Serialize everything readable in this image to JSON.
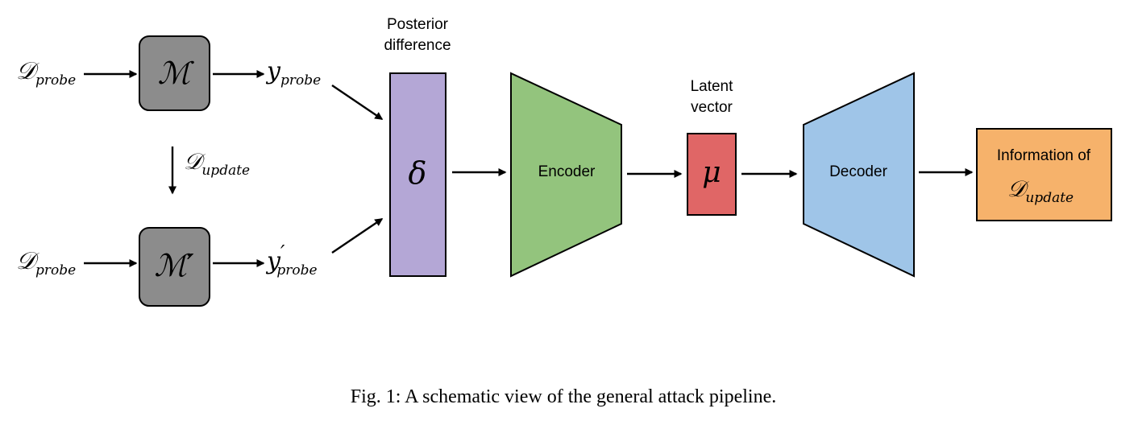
{
  "diagram": {
    "inputs": {
      "top": {
        "base": "𝒟",
        "sub": "probe"
      },
      "bottom": {
        "base": "𝒟",
        "sub": "probe"
      }
    },
    "models": {
      "original": "ℳ",
      "updated": "ℳ′"
    },
    "update_label": {
      "base": "𝒟",
      "sub": "update"
    },
    "outputs": {
      "top": {
        "base": "y",
        "sub": "probe"
      },
      "bottom": {
        "base": "y",
        "prime": "′",
        "sub": "probe"
      }
    },
    "posterior": {
      "caption_line1": "Posterior",
      "caption_line2": "difference",
      "symbol": "δ"
    },
    "encoder": {
      "label": "Encoder"
    },
    "latent": {
      "caption_line1": "Latent",
      "caption_line2": "vector",
      "symbol": "μ"
    },
    "decoder": {
      "label": "Decoder"
    },
    "result": {
      "line1": "Information of",
      "base": "𝒟",
      "sub": "update"
    }
  },
  "figure": {
    "caption": "Fig. 1: A schematic view of the general attack pipeline."
  },
  "colors": {
    "model_box": "#8c8c8c",
    "posterior": "#b4a7d6",
    "encoder": "#93c47d",
    "latent": "#e06666",
    "decoder": "#9fc5e8",
    "result": "#f6b26b"
  }
}
